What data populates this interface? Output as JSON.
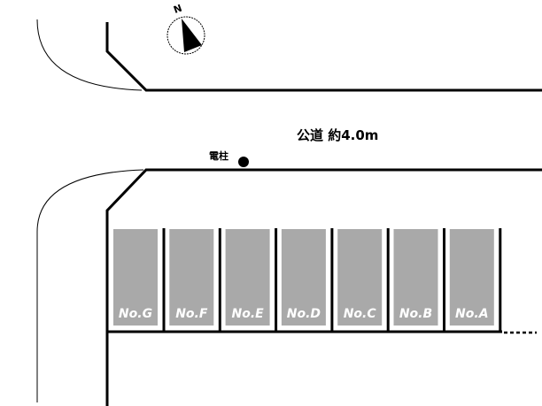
{
  "compass": {
    "label": "N",
    "icon": "north-arrow-icon"
  },
  "road": {
    "label": "公道 約4.0m"
  },
  "pole": {
    "label": "電柱"
  },
  "spaces": [
    {
      "label": "No.G"
    },
    {
      "label": "No.F"
    },
    {
      "label": "No.E"
    },
    {
      "label": "No.D"
    },
    {
      "label": "No.C"
    },
    {
      "label": "No.B"
    },
    {
      "label": "No.A"
    }
  ],
  "colors": {
    "space": "#a9a9a9",
    "line": "#000000"
  }
}
